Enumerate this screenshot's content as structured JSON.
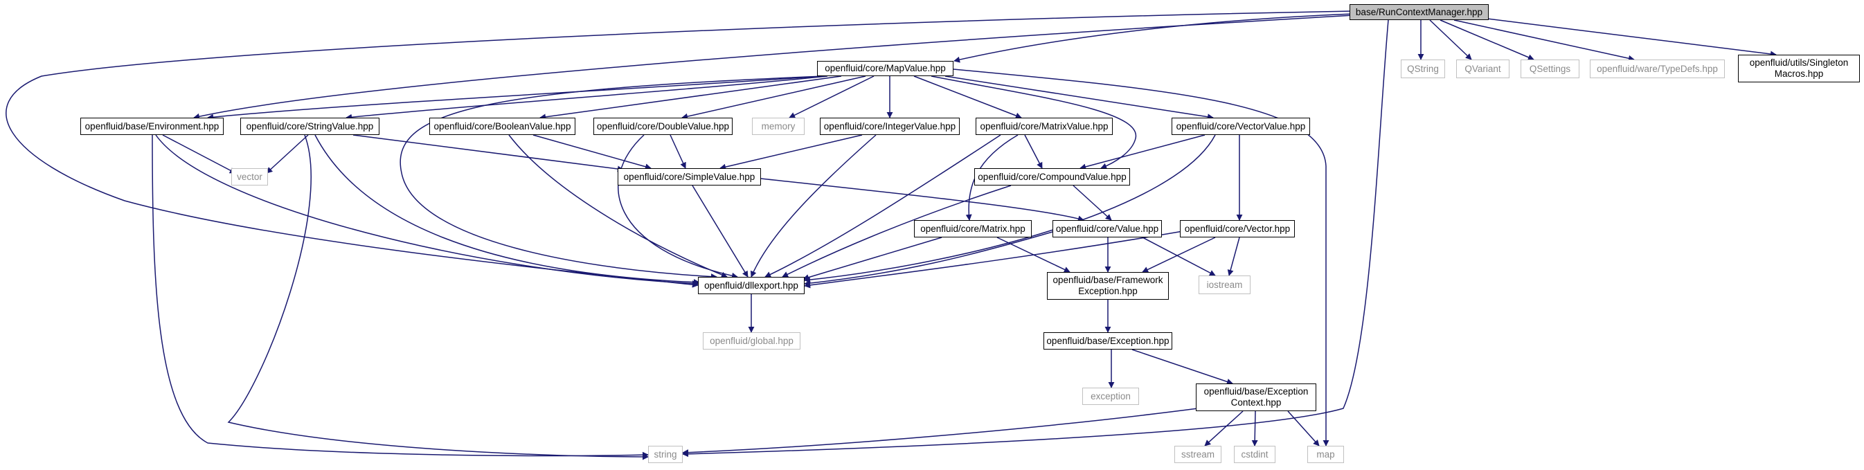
{
  "edge_color": "#191970",
  "root_fill": "#bfbfbf",
  "external_border": "#c0c0c0",
  "nodes": {
    "root": "base/RunContextManager.hpp",
    "mapvalue": "openfluid/core/MapValue.hpp",
    "qstring": "QString",
    "qvariant": "QVariant",
    "qsettings": "QSettings",
    "typedefs": "openfluid/ware/TypeDefs.hpp",
    "singleton": "openfluid/utils/Singleton\nMacros.hpp",
    "environment": "openfluid/base/Environment.hpp",
    "stringvalue": "openfluid/core/StringValue.hpp",
    "booleanvalue": "openfluid/core/BooleanValue.hpp",
    "doublevalue": "openfluid/core/DoubleValue.hpp",
    "memory": "memory",
    "integervalue": "openfluid/core/IntegerValue.hpp",
    "matrixvalue": "openfluid/core/MatrixValue.hpp",
    "vectorvalue": "openfluid/core/VectorValue.hpp",
    "vector": "vector",
    "simplevalue": "openfluid/core/SimpleValue.hpp",
    "compoundvalue": "openfluid/core/CompoundValue.hpp",
    "matrix": "openfluid/core/Matrix.hpp",
    "value": "openfluid/core/Value.hpp",
    "vectorh": "openfluid/core/Vector.hpp",
    "dllexport": "openfluid/dllexport.hpp",
    "fwexception": "openfluid/base/Framework\nException.hpp",
    "iostream": "iostream",
    "global": "openfluid/global.hpp",
    "exception": "openfluid/base/Exception.hpp",
    "std_exception": "exception",
    "exccontext": "openfluid/base/Exception\nContext.hpp",
    "string": "string",
    "sstream": "sstream",
    "cstdint": "cstdint",
    "map": "map"
  }
}
